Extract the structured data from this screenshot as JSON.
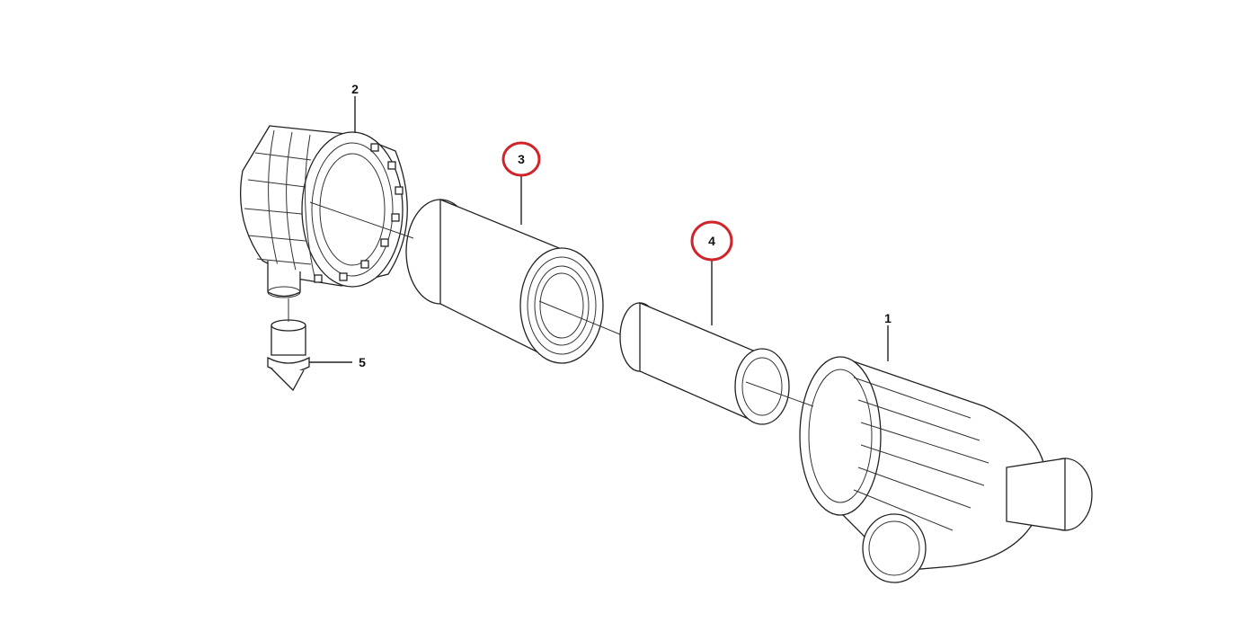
{
  "diagram": {
    "labels": {
      "housing_body": "1",
      "housing_cap": "2",
      "primary_filter": "3",
      "safety_filter": "4",
      "dust_valve": "5"
    },
    "highlight_color": "#d0242b",
    "line_color": "#222222"
  }
}
